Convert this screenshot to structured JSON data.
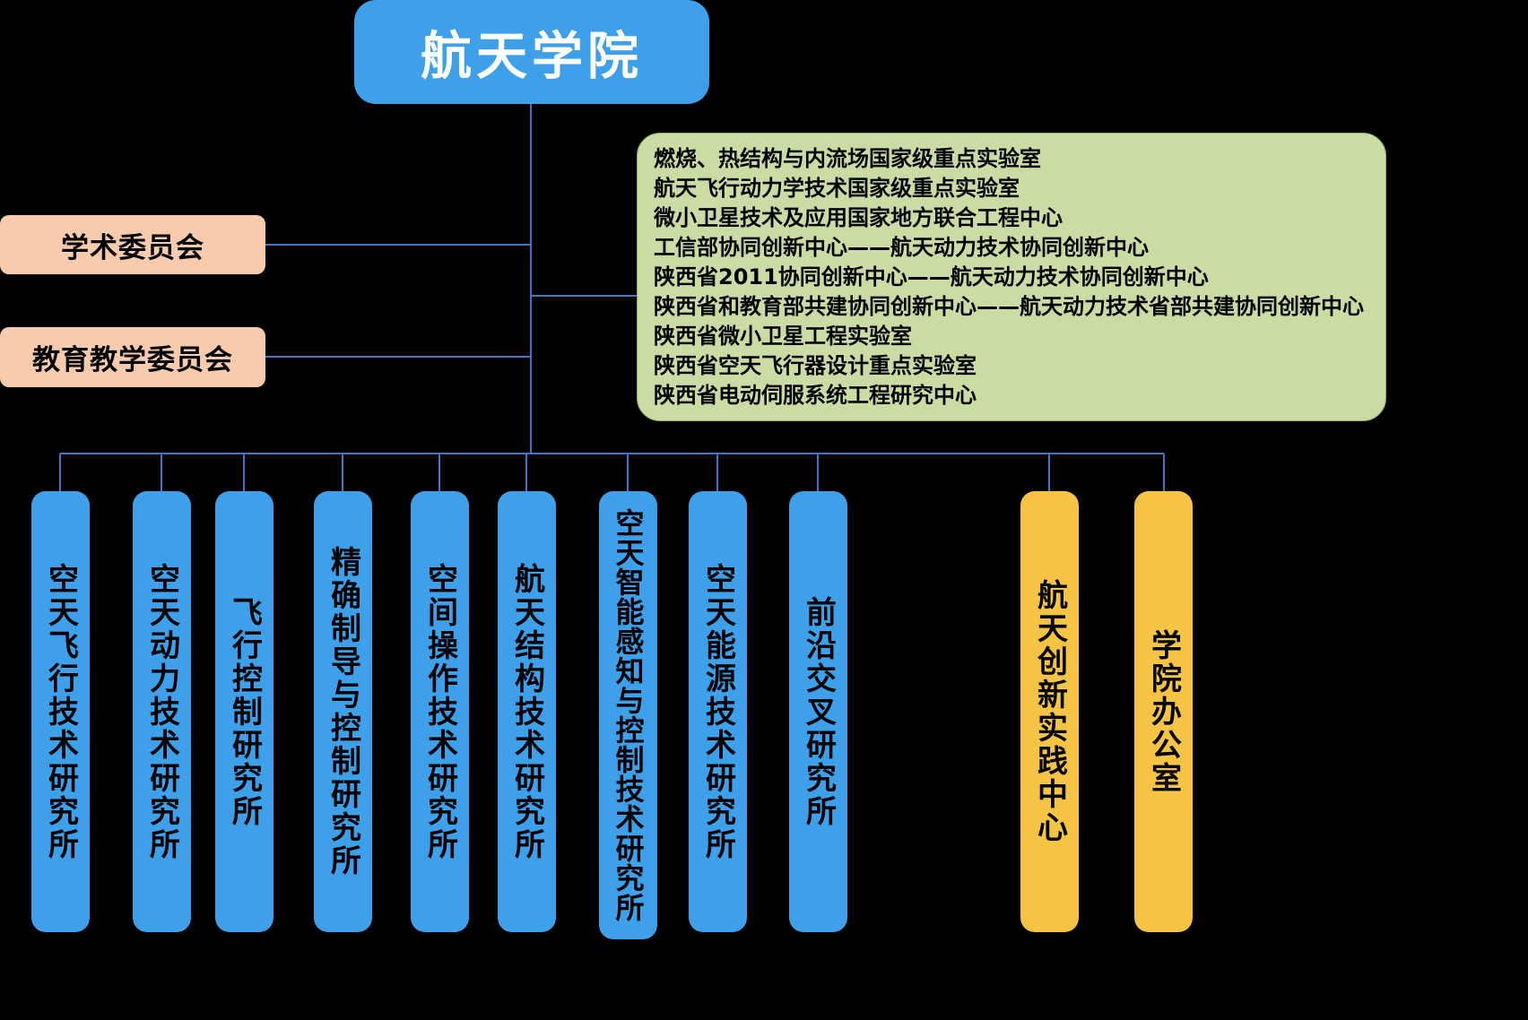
{
  "title": "航天学院",
  "colors": {
    "background": "#000000",
    "blue": "#3DA0E8",
    "peach": "#F8CBAD",
    "green": "#CBDBA4",
    "yellow": "#F6C444",
    "line": "#4472C4"
  },
  "committees": [
    {
      "label": "学术委员会"
    },
    {
      "label": "教育教学委员会"
    }
  ],
  "labs": [
    "燃烧、热结构与内流场国家级重点实验室",
    "航天飞行动力学技术国家级重点实验室",
    "微小卫星技术及应用国家地方联合工程中心",
    "工信部协同创新中心——航天动力技术协同创新中心",
    "陕西省2011协同创新中心——航天动力技术协同创新中心",
    "陕西省和教育部共建协同创新中心——航天动力技术省部共建协同创新中心",
    "陕西省微小卫星工程实验室",
    "陕西省空天飞行器设计重点实验室",
    "陕西省电动伺服系统工程研究中心"
  ],
  "departments": [
    {
      "label": "空天飞行技术研究所",
      "type": "institute"
    },
    {
      "label": "空天动力技术研究所",
      "type": "institute"
    },
    {
      "label": "飞行控制研究所",
      "type": "institute"
    },
    {
      "label": "精确制导与控制研究所",
      "type": "institute"
    },
    {
      "label": "空间操作技术研究所",
      "type": "institute"
    },
    {
      "label": "航天结构技术研究所",
      "type": "institute"
    },
    {
      "label": "空天智能感知与控制技术研究所",
      "type": "institute"
    },
    {
      "label": "空天能源技术研究所",
      "type": "institute"
    },
    {
      "label": "前沿交叉研究所",
      "type": "institute"
    },
    {
      "label": "航天创新实践中心",
      "type": "center"
    },
    {
      "label": "学院办公室",
      "type": "office"
    }
  ]
}
